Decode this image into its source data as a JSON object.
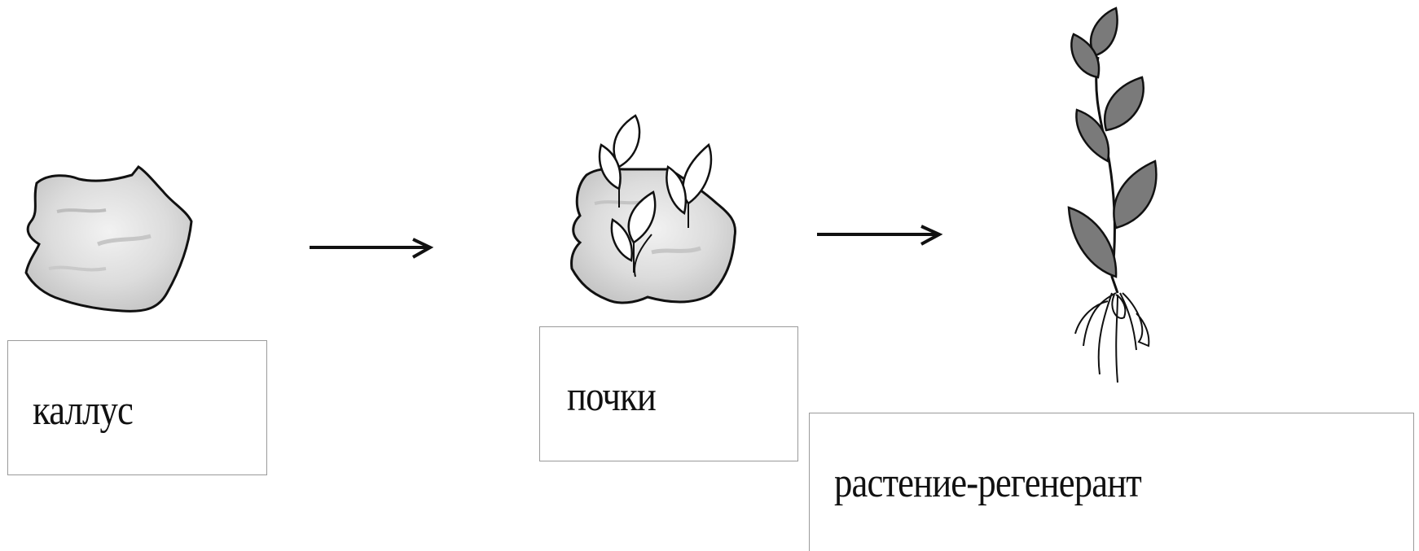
{
  "stages": [
    {
      "id": "callus",
      "label": "каллус"
    },
    {
      "id": "buds",
      "label": "почки"
    },
    {
      "id": "plant",
      "label": "растение-регенерант"
    }
  ],
  "colors": {
    "callus_fill": "#dcdcdc",
    "leaf_fill": "#7a7a7a",
    "outline": "#111111",
    "box_border": "#9a9a9a"
  }
}
